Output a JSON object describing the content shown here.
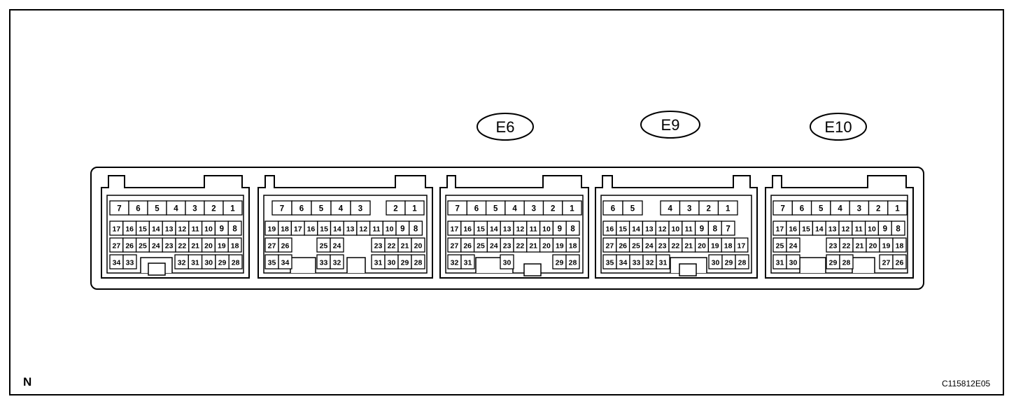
{
  "figure_id": "C115812E05",
  "orientation_label": "N",
  "connectors": [
    {
      "label": "",
      "rows": [
        [
          "7",
          "6",
          "5",
          "4",
          "3",
          "2",
          "1"
        ],
        [
          "17",
          "16",
          "15",
          "14",
          "13",
          "12",
          "11",
          "10",
          "9",
          "8"
        ],
        [
          "27",
          "26",
          "25",
          "24",
          "23",
          "22",
          "21",
          "20",
          "19",
          "18"
        ],
        [
          "34",
          "33",
          "32",
          "31",
          "30",
          "29",
          "28"
        ]
      ]
    },
    {
      "label": "",
      "rows": [
        [
          "7",
          "6",
          "5",
          "4",
          "3",
          "2",
          "1"
        ],
        [
          "19",
          "18",
          "17",
          "16",
          "15",
          "14",
          "13",
          "12",
          "11",
          "10",
          "9",
          "8"
        ],
        [
          "27",
          "26",
          "25",
          "24",
          "23",
          "22",
          "21",
          "20"
        ],
        [
          "35",
          "34",
          "33",
          "32",
          "31",
          "30",
          "29",
          "28"
        ]
      ]
    },
    {
      "label": "E6",
      "rows": [
        [
          "7",
          "6",
          "5",
          "4",
          "3",
          "2",
          "1"
        ],
        [
          "17",
          "16",
          "15",
          "14",
          "13",
          "12",
          "11",
          "10",
          "9",
          "8"
        ],
        [
          "27",
          "26",
          "25",
          "24",
          "23",
          "22",
          "21",
          "20",
          "19",
          "18"
        ],
        [
          "32",
          "31",
          "30",
          "29",
          "28"
        ]
      ]
    },
    {
      "label": "E9",
      "rows": [
        [
          "6",
          "5",
          "4",
          "3",
          "2",
          "1"
        ],
        [
          "16",
          "15",
          "14",
          "13",
          "12",
          "10",
          "11",
          "9",
          "8",
          "7"
        ],
        [
          "27",
          "26",
          "25",
          "24",
          "23",
          "22",
          "21",
          "20",
          "19",
          "18",
          "17"
        ],
        [
          "35",
          "34",
          "33",
          "32",
          "31",
          "30",
          "29",
          "28"
        ]
      ]
    },
    {
      "label": "E10",
      "rows": [
        [
          "7",
          "6",
          "5",
          "4",
          "3",
          "2",
          "1"
        ],
        [
          "17",
          "16",
          "15",
          "14",
          "13",
          "12",
          "11",
          "10",
          "9",
          "8"
        ],
        [
          "25",
          "24",
          "23",
          "22",
          "21",
          "20",
          "19",
          "18"
        ],
        [
          "31",
          "30",
          "29",
          "28",
          "27",
          "26"
        ]
      ]
    }
  ]
}
